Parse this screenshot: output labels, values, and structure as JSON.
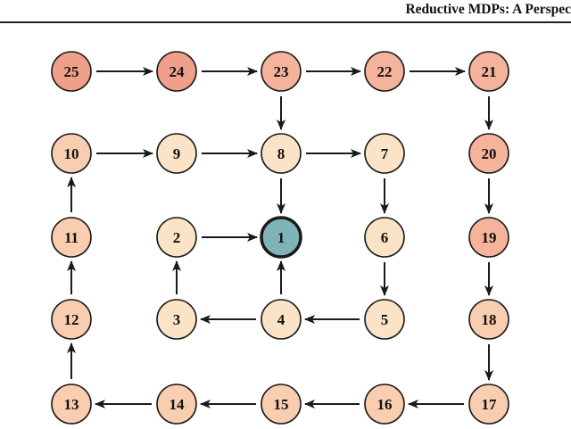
{
  "header": {
    "title": "Reductive MDPs: A Perspec"
  },
  "colors": {
    "stroke": "#1a1a1a",
    "goal": "#7fb3b8",
    "level1": "#fbe3c7",
    "level2": "#f8cdb0",
    "level3": "#f4b39a",
    "level4": "#f0a08a"
  },
  "nodes": [
    {
      "label": "1",
      "level": "goal"
    },
    {
      "label": "2",
      "level": "level1"
    },
    {
      "label": "3",
      "level": "level1"
    },
    {
      "label": "4",
      "level": "level1"
    },
    {
      "label": "5",
      "level": "level1"
    },
    {
      "label": "6",
      "level": "level1"
    },
    {
      "label": "7",
      "level": "level1"
    },
    {
      "label": "8",
      "level": "level1"
    },
    {
      "label": "9",
      "level": "level1"
    },
    {
      "label": "10",
      "level": "level2"
    },
    {
      "label": "11",
      "level": "level2"
    },
    {
      "label": "12",
      "level": "level2"
    },
    {
      "label": "13",
      "level": "level2"
    },
    {
      "label": "14",
      "level": "level2"
    },
    {
      "label": "15",
      "level": "level2"
    },
    {
      "label": "16",
      "level": "level2"
    },
    {
      "label": "17",
      "level": "level2"
    },
    {
      "label": "18",
      "level": "level2"
    },
    {
      "label": "19",
      "level": "level3"
    },
    {
      "label": "20",
      "level": "level3"
    },
    {
      "label": "21",
      "level": "level3"
    },
    {
      "label": "22",
      "level": "level3"
    },
    {
      "label": "23",
      "level": "level3"
    },
    {
      "label": "24",
      "level": "level4"
    },
    {
      "label": "25",
      "level": "level4"
    }
  ],
  "edges": [
    [
      "25",
      "24"
    ],
    [
      "24",
      "23"
    ],
    [
      "23",
      "22"
    ],
    [
      "22",
      "21"
    ],
    [
      "23",
      "8"
    ],
    [
      "21",
      "20"
    ],
    [
      "10",
      "9"
    ],
    [
      "9",
      "8"
    ],
    [
      "8",
      "7"
    ],
    [
      "8",
      "1"
    ],
    [
      "7",
      "6"
    ],
    [
      "20",
      "19"
    ],
    [
      "11",
      "10"
    ],
    [
      "2",
      "1"
    ],
    [
      "6",
      "5"
    ],
    [
      "19",
      "18"
    ],
    [
      "12",
      "11"
    ],
    [
      "3",
      "2"
    ],
    [
      "4",
      "1"
    ],
    [
      "4",
      "3"
    ],
    [
      "5",
      "4"
    ],
    [
      "18",
      "17"
    ],
    [
      "13",
      "12"
    ],
    [
      "14",
      "13"
    ],
    [
      "15",
      "14"
    ],
    [
      "16",
      "15"
    ],
    [
      "17",
      "16"
    ]
  ]
}
